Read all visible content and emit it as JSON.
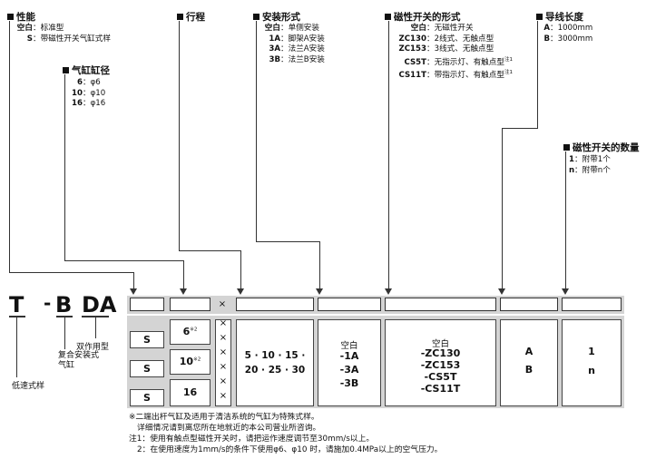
{
  "sections": {
    "performance": {
      "title": "性能",
      "options": [
        {
          "code": "空白",
          "sep": "：",
          "desc": "标准型"
        },
        {
          "code": "S",
          "sep": "：",
          "desc": "带磁性开关气缸式样"
        }
      ]
    },
    "bore": {
      "title": "气缸缸径",
      "options": [
        {
          "code": "6",
          "sep": "：",
          "desc": "φ6"
        },
        {
          "code": "10",
          "sep": "：",
          "desc": "φ10"
        },
        {
          "code": "16",
          "sep": "：",
          "desc": "φ16"
        }
      ]
    },
    "stroke": {
      "title": "行程"
    },
    "mounting": {
      "title": "安装形式",
      "options": [
        {
          "code": "空白",
          "sep": "：",
          "desc": "单侧安装"
        },
        {
          "code": "1A",
          "sep": "：",
          "desc": "脚架A安装"
        },
        {
          "code": "3A",
          "sep": "：",
          "desc": "法兰A安装"
        },
        {
          "code": "3B",
          "sep": "：",
          "desc": "法兰B安装"
        }
      ]
    },
    "switch": {
      "title": "磁性开关的形式",
      "options": [
        {
          "code": "空白",
          "sep": "：",
          "desc": "无磁性开关",
          "sup": ""
        },
        {
          "code": "ZC130",
          "sep": "：",
          "desc": "2线式、无触点型",
          "sup": ""
        },
        {
          "code": "ZC153",
          "sep": "：",
          "desc": "3线式、无触点型",
          "sup": ""
        },
        {
          "code": "CS5T",
          "sep": "：",
          "desc": "无指示灯、有触点型",
          "sup": "注1"
        },
        {
          "code": "CS11T",
          "sep": "：",
          "desc": "带指示灯、有触点型",
          "sup": "注1"
        }
      ]
    },
    "lead": {
      "title": "导线长度",
      "options": [
        {
          "code": "A",
          "sep": "：",
          "desc": "1000mm"
        },
        {
          "code": "B",
          "sep": "：",
          "desc": "3000mm"
        }
      ]
    },
    "qty": {
      "title": "磁性开关的数量",
      "options": [
        {
          "code": "1",
          "sep": "：",
          "desc": "附带1个"
        },
        {
          "code": "n",
          "sep": "：",
          "desc": "附带n个"
        }
      ]
    }
  },
  "model": {
    "t": "T",
    "dash": "-",
    "b": "B",
    "da": "DA",
    "x_mark": "×",
    "label_da": "双作用型",
    "label_b": "复合安装式气缸",
    "label_t": "低速式样"
  },
  "table": {
    "col_s": [
      "S",
      "S",
      "S"
    ],
    "col_bore": [
      {
        "v": "6",
        "sup": "※2"
      },
      {
        "v": "10",
        "sup": "※2"
      },
      {
        "v": "16",
        "sup": ""
      }
    ],
    "x_mark": "×",
    "strokes_line1": "5 · 10 · 15 ·",
    "strokes_line2": "20 · 25 · 30",
    "mount": [
      "空白",
      "-1A",
      "-3A",
      "-3B"
    ],
    "switch": [
      "空白",
      "-ZC130",
      "-ZC153",
      "-CS5T",
      "-CS11T"
    ],
    "lead": [
      "A",
      "B"
    ],
    "qty": [
      "1",
      "n"
    ]
  },
  "notes": [
    "※二端出杆气缸及适用于清洁系统的气缸为特殊式样。",
    "详细情况请到离您所在地就近的本公司营业所咨询。",
    "注1：使用有触点型磁性开关时，请把运作速度调节至30mm/s以上。",
    "2：在使用速度为1mm/s的条件下使用φ6、φ10 时，请施加0.4MPa以上的空气压力。"
  ]
}
